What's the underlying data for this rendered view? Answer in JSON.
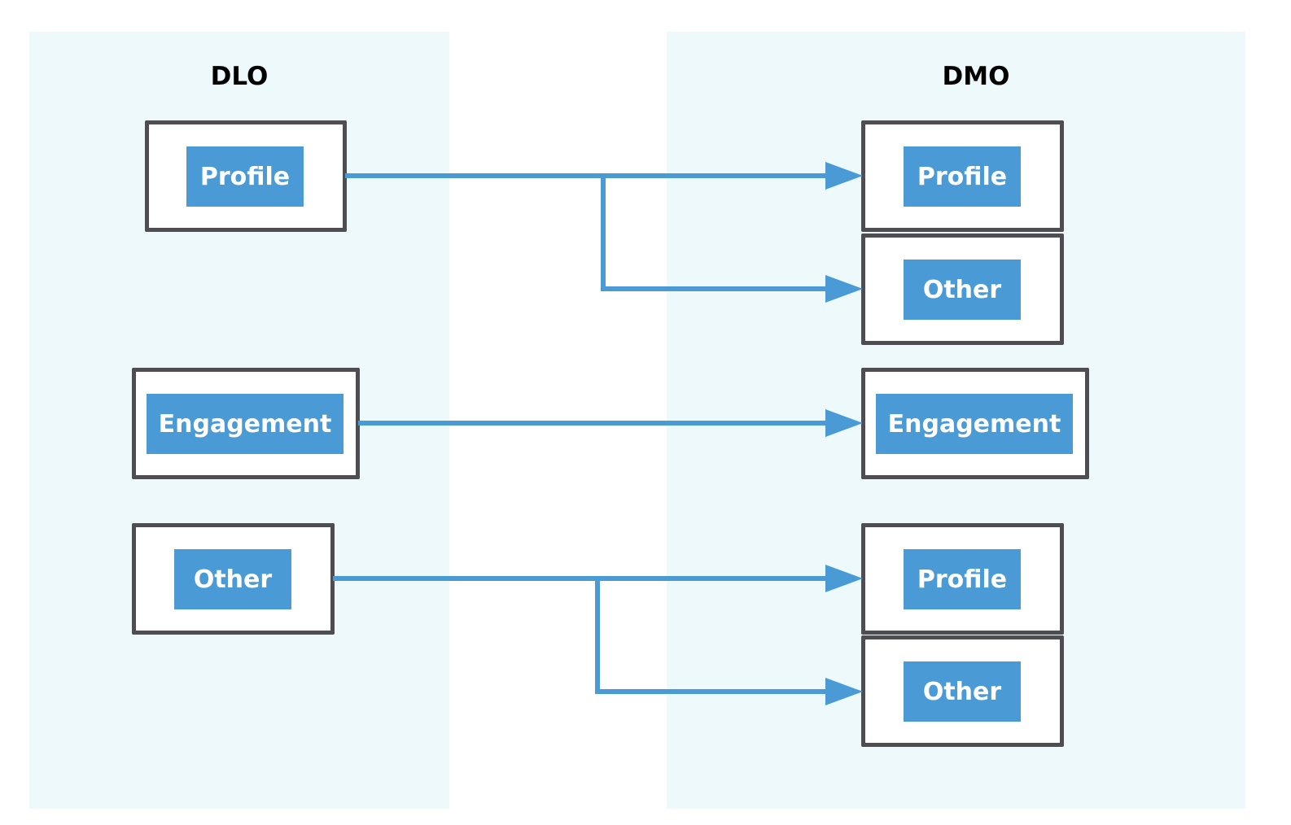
{
  "diagram": {
    "left_title": "DLO",
    "right_title": "DMO",
    "source_nodes": [
      {
        "label": "Profile"
      },
      {
        "label": "Engagement"
      },
      {
        "label": "Other"
      }
    ],
    "target_nodes": [
      {
        "label": "Profile"
      },
      {
        "label": "Other"
      },
      {
        "label": "Engagement"
      },
      {
        "label": "Profile"
      },
      {
        "label": "Other"
      }
    ],
    "mappings": [
      {
        "from": "Profile",
        "to": [
          "Profile",
          "Other"
        ]
      },
      {
        "from": "Engagement",
        "to": [
          "Engagement"
        ]
      },
      {
        "from": "Other",
        "to": [
          "Profile",
          "Other"
        ]
      }
    ],
    "colors": {
      "panel": "#eef9fc",
      "chip": "#4a9bd5",
      "connector": "#4a9bd5",
      "box_border": "#4d4d52"
    }
  }
}
